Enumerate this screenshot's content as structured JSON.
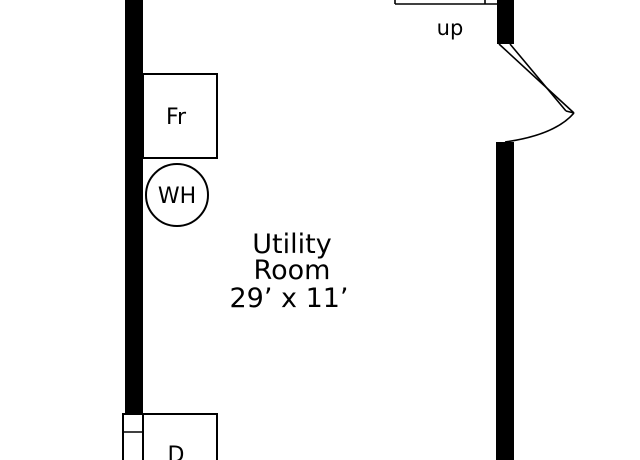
{
  "room": {
    "name_line1": "Utility",
    "name_line2": "Room",
    "dimensions": "29’ x 11’"
  },
  "fixtures": {
    "fridge_label": "Fr",
    "water_heater_label": "WH",
    "dryer_label": "D"
  },
  "stairs": {
    "direction_label": "up"
  },
  "colors": {
    "wall": "#000000",
    "background": "#ffffff"
  }
}
